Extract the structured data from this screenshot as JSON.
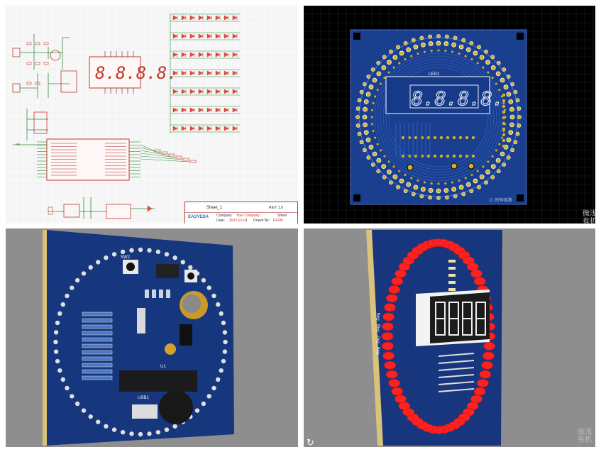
{
  "schematic": {
    "title_block": {
      "sheet_name": "Sheet_1",
      "company_label": "Company:",
      "company_value": "Your Company",
      "date_label": "Date:",
      "date_value": "2022-01-04",
      "brand": "EASYEDA",
      "rev_label": "REV: 1.0",
      "sheet_label": "Sheet",
      "drawn_label": "Drawn By:",
      "drawn_value": "EFDN"
    },
    "display_digits": "8.8.8.8."
  },
  "pcb_layout": {
    "display_digits": "8.8.8.8.",
    "label": "LED1",
    "bottom_text": "D.  时钟电路",
    "watermark": "微浅\n有机"
  },
  "render_front": {
    "labels": [
      "SW2",
      "U1",
      "USB1"
    ]
  },
  "render_side": {
    "watermark": "微浅\n有机",
    "led_labels": [
      "D49",
      "D48",
      "D47",
      "D46"
    ]
  },
  "colors": {
    "board_blue": "#1a3f8f",
    "led_red": "#ff2020",
    "pcb_bg": "#000000",
    "render_bg": "#8e8e8e"
  }
}
